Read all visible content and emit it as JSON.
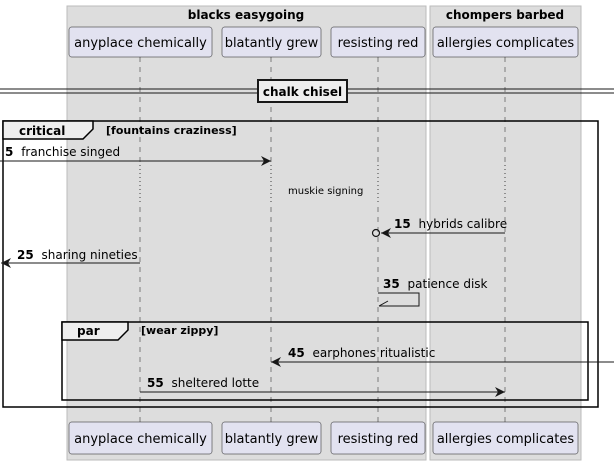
{
  "boxes": [
    {
      "title": "blacks easygoing",
      "color": "#dddddd"
    },
    {
      "title": "chompers barbed",
      "color": "#dddddd"
    }
  ],
  "participants": [
    {
      "name": "anyplace chemically"
    },
    {
      "name": "blatantly grew"
    },
    {
      "name": "resisting red"
    },
    {
      "name": "allergies complicates"
    }
  ],
  "divider": {
    "label": "chalk chisel"
  },
  "frames": {
    "critical": {
      "keyword": "critical",
      "condition": "[fountains craziness]"
    },
    "par": {
      "keyword": "par",
      "condition": "[wear zippy]"
    }
  },
  "delay": {
    "label": "muskie signing"
  },
  "messages": [
    {
      "num": "5",
      "text": "franchise singed",
      "from": "outside-left",
      "to": "blatantly grew"
    },
    {
      "num": "15",
      "text": "hybrids calibre",
      "from": "allergies complicates",
      "to": "resisting red",
      "head": "circle"
    },
    {
      "num": "25",
      "text": "sharing nineties",
      "from": "anyplace chemically",
      "to": "outside-left"
    },
    {
      "num": "35",
      "text": "patience disk",
      "from": "resisting red",
      "to": "resisting red",
      "self": true
    },
    {
      "num": "45",
      "text": "earphones ritualistic",
      "from": "outside-right",
      "to": "blatantly grew"
    },
    {
      "num": "55",
      "text": "sheltered lotte",
      "from": "anyplace chemically",
      "to": "allergies complicates"
    }
  ],
  "colors": {
    "participant_fill": "#e2e2f0",
    "participant_border": "#181818",
    "lifeline": "#181818",
    "box_border": "#bbbbbb"
  }
}
